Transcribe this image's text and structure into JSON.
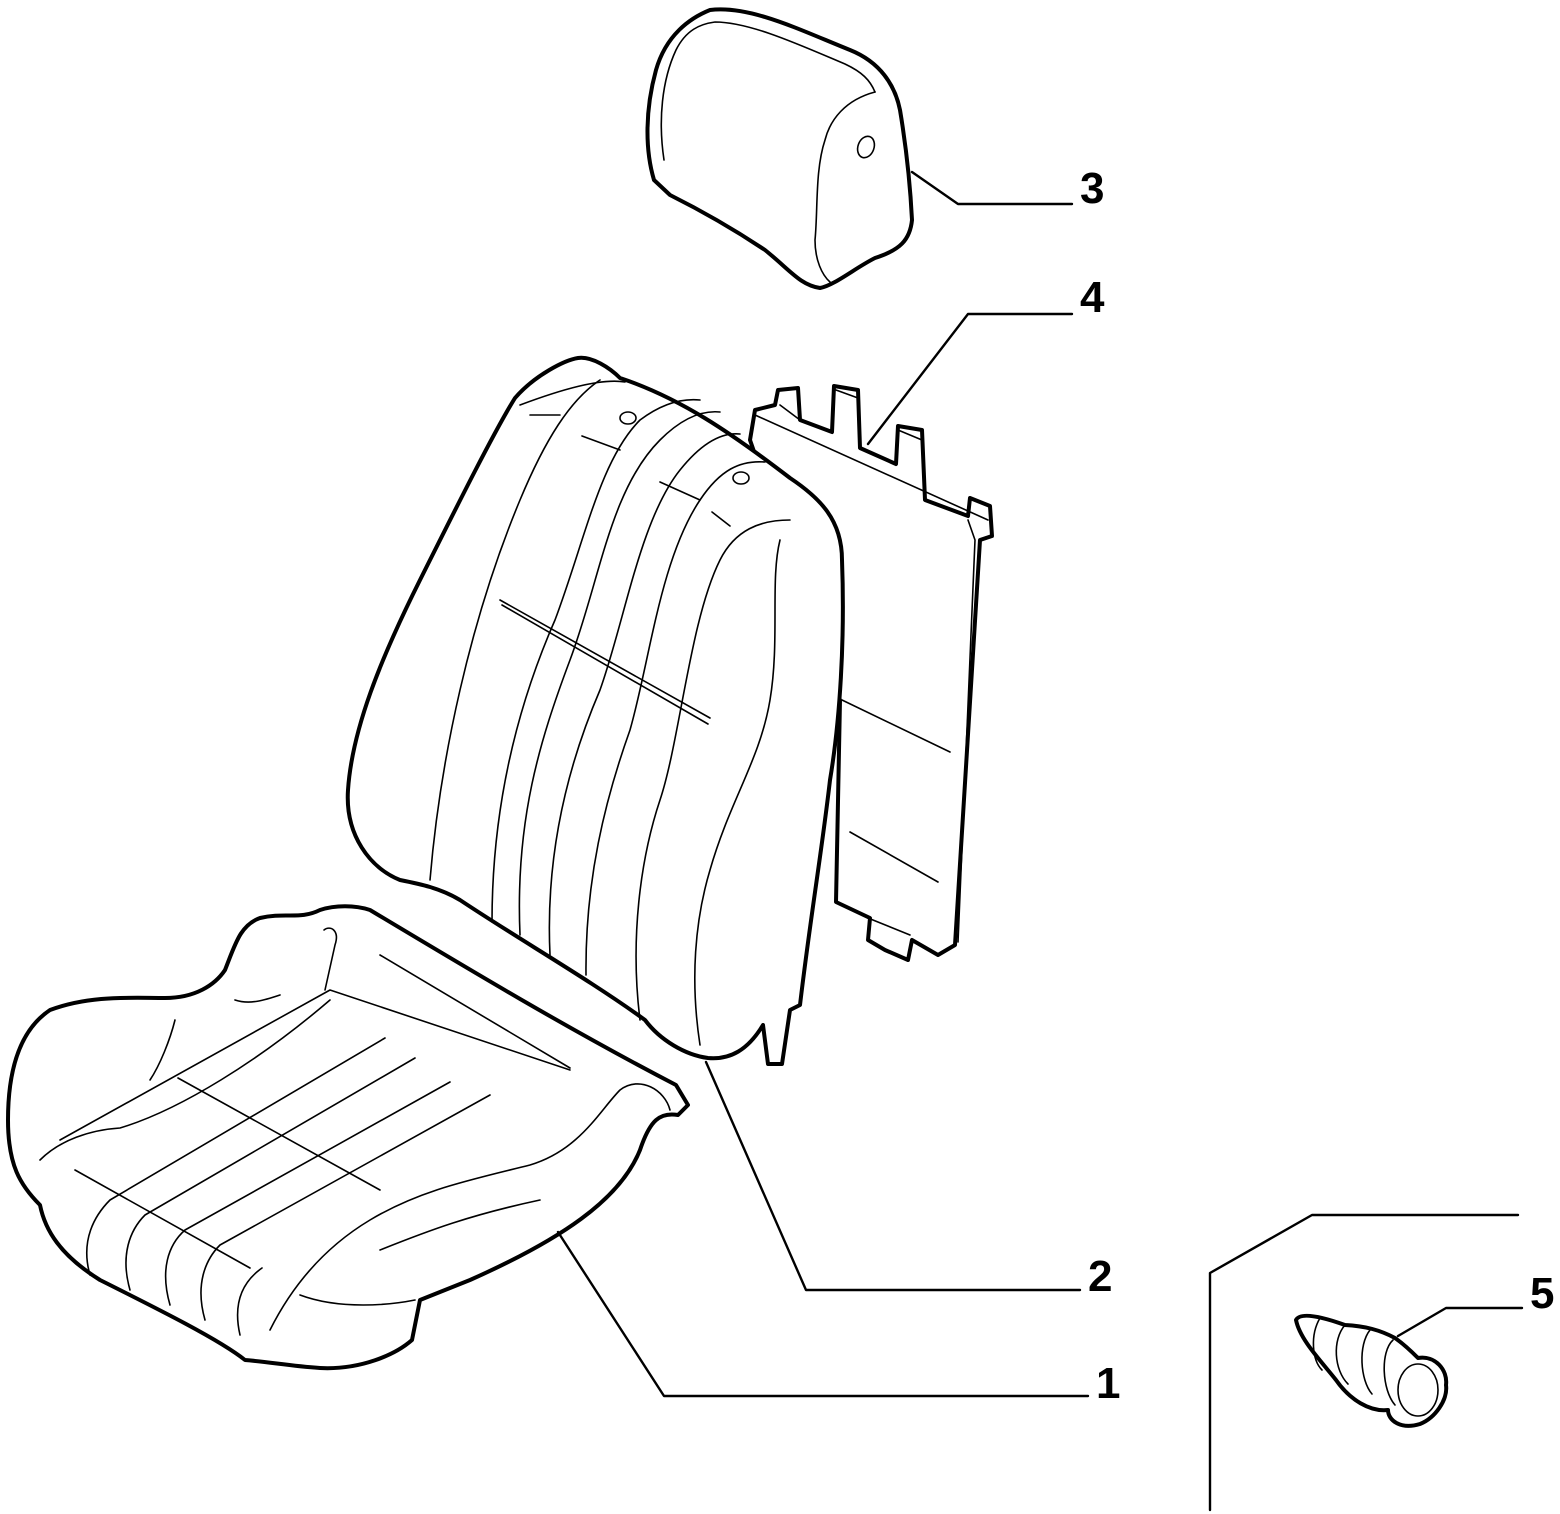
{
  "callouts": {
    "part1": "1",
    "part2": "2",
    "part3": "3",
    "part4": "4",
    "part5": "5"
  },
  "parts": {
    "part1": "seat-cushion-cover",
    "part2": "backrest-cover",
    "part3": "headrest",
    "part4": "backrest-panel",
    "part5": "fastener-clip"
  },
  "colors": {
    "line": "#000000",
    "background": "#ffffff"
  }
}
